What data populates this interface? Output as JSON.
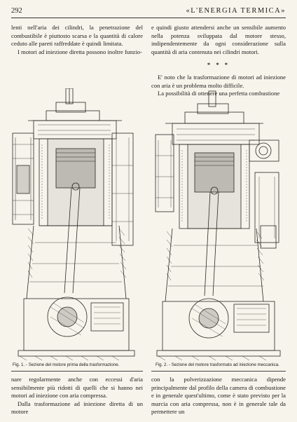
{
  "header": {
    "page_number": "292",
    "journal_title": "«L'ENERGIA TERMICA»"
  },
  "top_left": {
    "p1": "lenti nell'aria dei cilindri, la penetrazione del combustibile è piuttosto scarsa e la quantità di calore ceduto alle pareti raffreddate è quindi limitata.",
    "p2": "I motori ad iniezione diretta possono inoltre funzio-"
  },
  "top_right": {
    "p1": "e quindi giusto attendersi anche un sensibile aumento nella potenza sviluppata dal motore stesso, indipendentemente da ogni considerazione sulla quantità di aria contenuta nei cilindri motori.",
    "stars": "* * *",
    "p2": "E' noto che la trasformazione di motori ad iniezione con aria è un problema molto difficile.",
    "p3": "La possibilità di ottenere una perfetta combustione"
  },
  "figures": [
    {
      "caption": "Fig. 1. - Sezione del motore prima della trasformazione."
    },
    {
      "caption": "Fig. 2. - Sezione del motore trasformato ad iniezione meccanica."
    }
  ],
  "bottom_left": {
    "p1": "nare regolarmente anche con eccessi d'aria sensibilmente più ridotti di quelli che si hanno nei motori ad iniezione con aria compressa.",
    "p2": "Dalla trasformazione ad iniezione diretta di un motore"
  },
  "bottom_right": {
    "p1": "con la polverizzazione meccanica dipende principalmente dal profilo della camera di combustione e in generale quest'ultimo, come è stato previsto per la marcia con aria compressa, non è in generale tale da permettere un"
  }
}
